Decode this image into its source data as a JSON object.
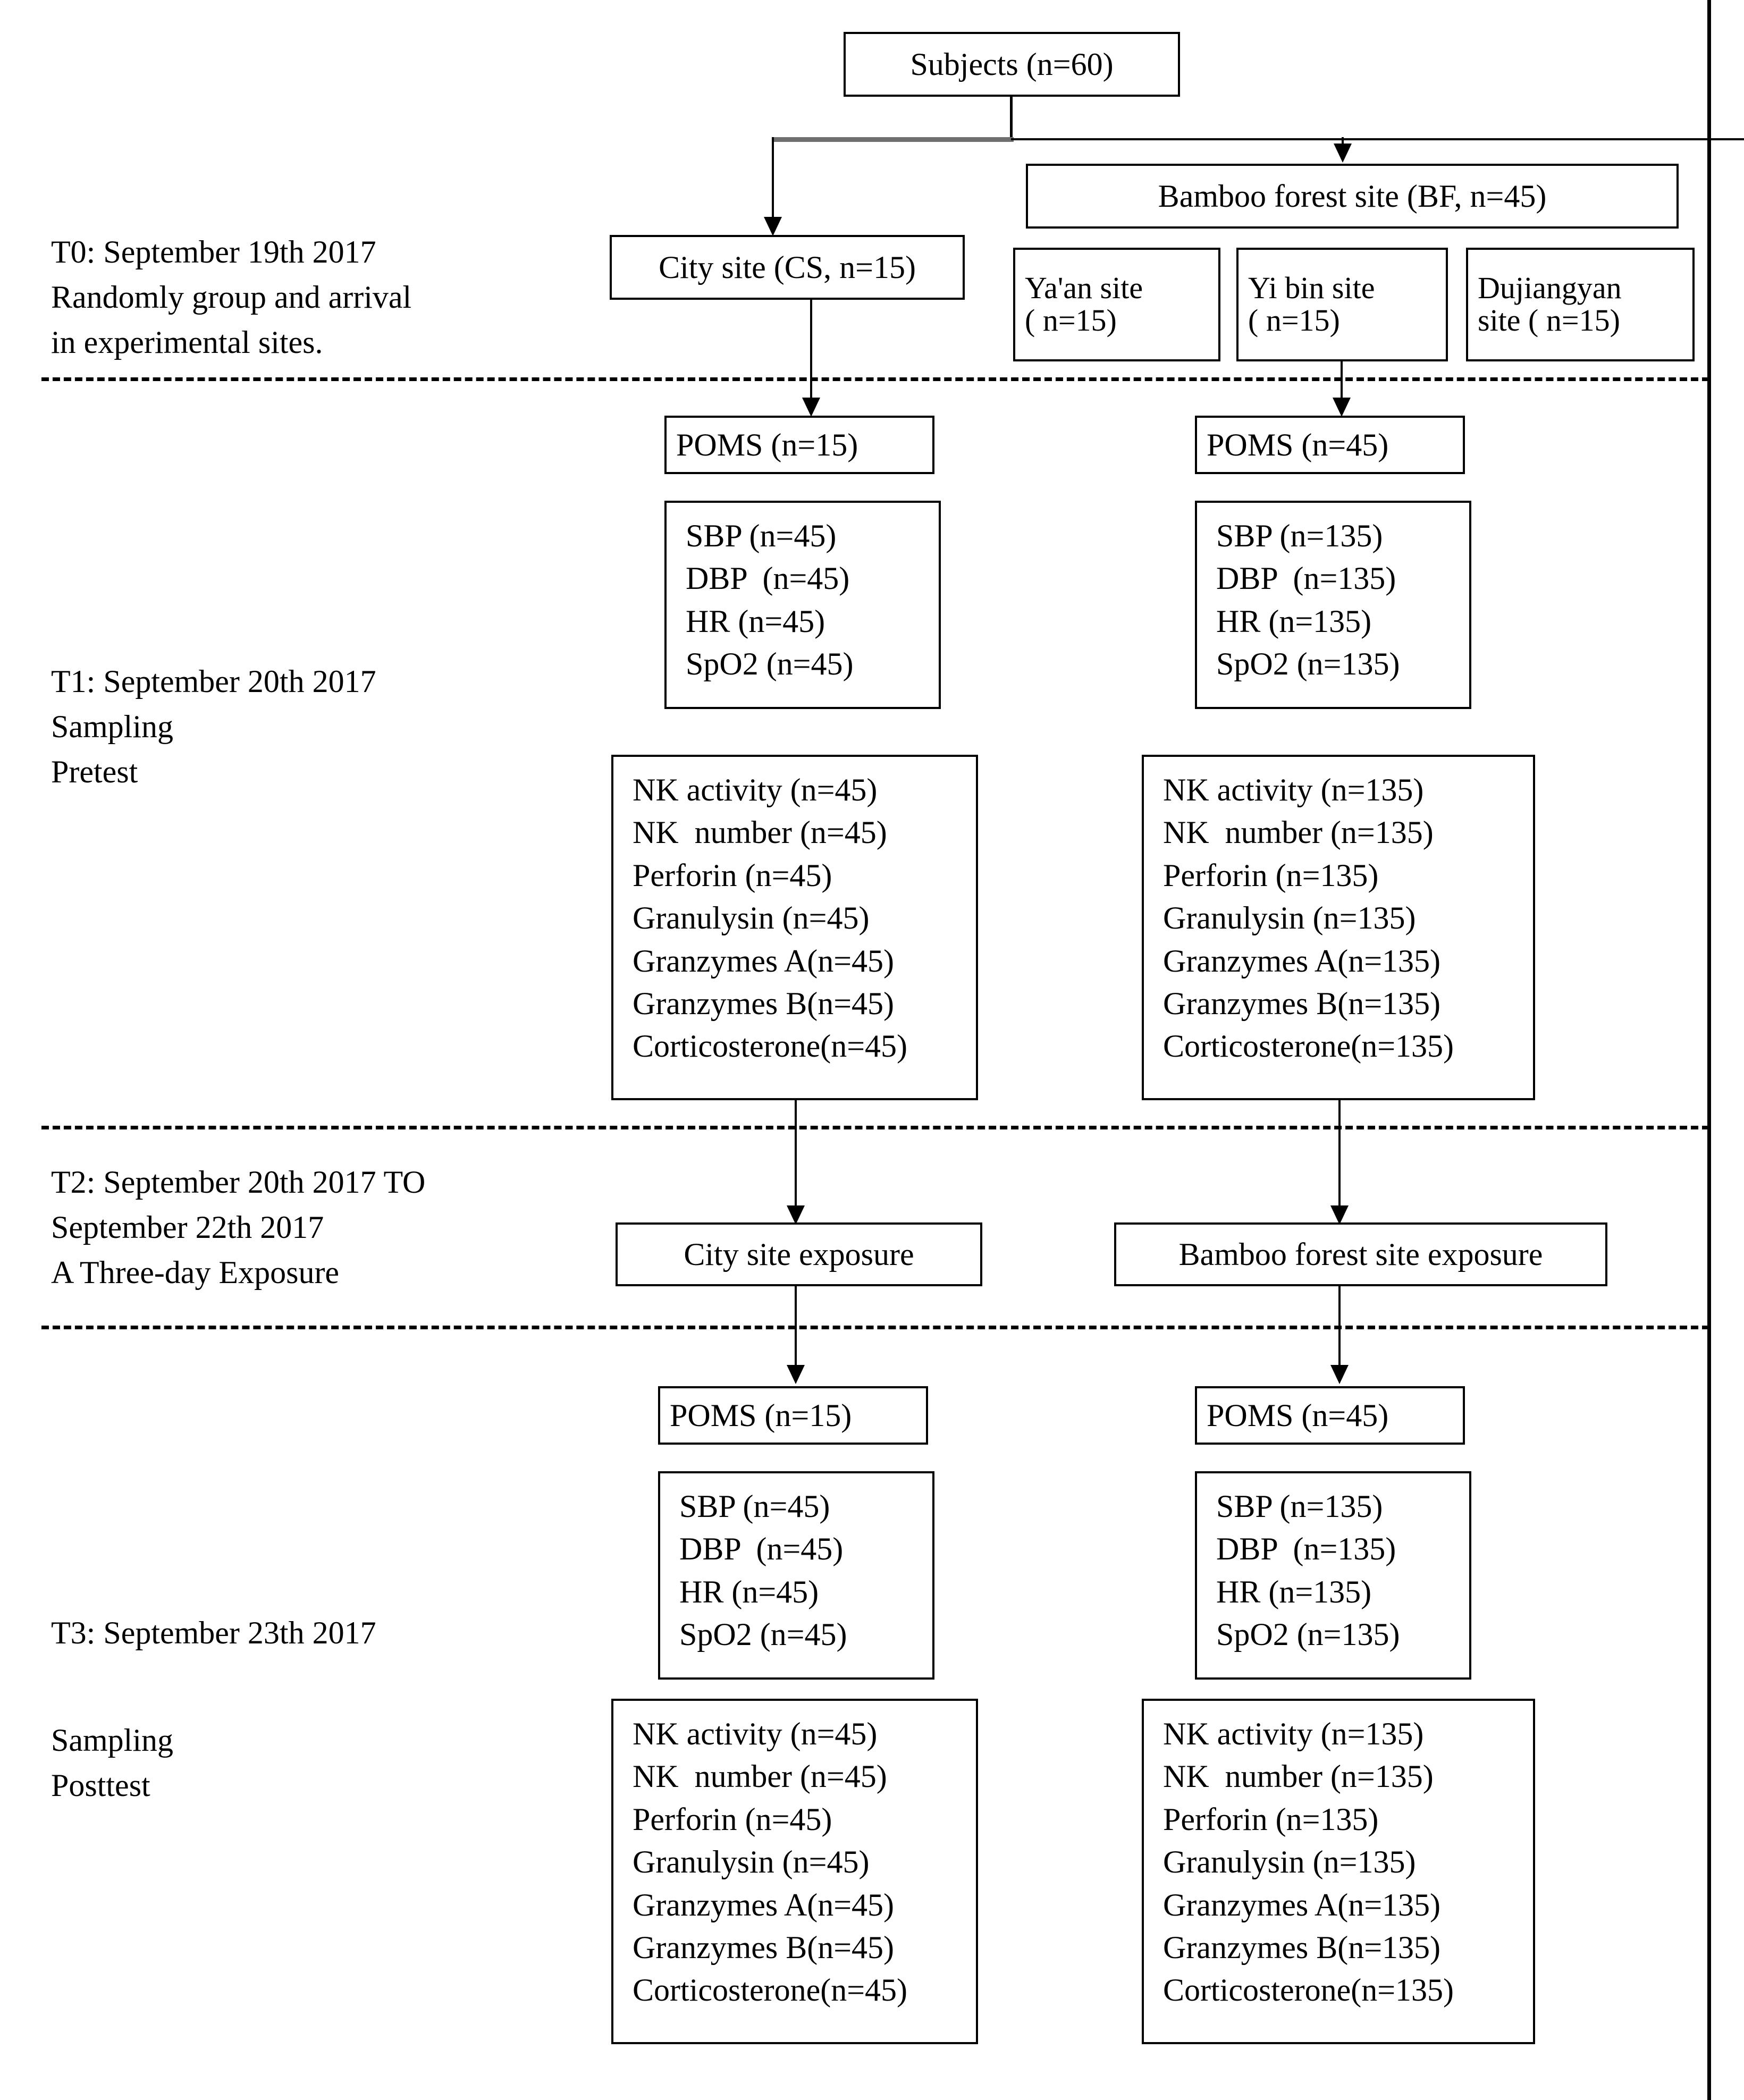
{
  "figure": {
    "title": "Experimental design flowchart",
    "line_color": "#000000",
    "background": "#ffffff"
  },
  "timeline": {
    "t0": "T0: September 19th 2017\nRandomly group and arrival\nin experimental sites.",
    "t1": "T1: September 20th 2017\nSampling\nPretest",
    "t2": "T2: September 20th 2017 TO\nSeptember 22th 2017\nA Three-day Exposure",
    "t3_date": "T3: September 23th 2017",
    "t3_detail": "Sampling\nPosttest"
  },
  "nodes": {
    "subjects": "Subjects (n=60)",
    "bamboo_forest_site": "Bamboo forest site (BF, n=45)",
    "city_site": "City site (CS, n=15)",
    "yaan_site": "Ya'an site\n( n=15)",
    "yibin_site": "Yi bin site\n( n=15)",
    "dujiangyan_site": "Dujiangyan\nsite ( n=15)",
    "city_exposure": "City site exposure",
    "bamboo_exposure": "Bamboo forest site exposure"
  },
  "pretest": {
    "cs_poms": "POMS (n=15)",
    "bf_poms": "POMS (n=45)",
    "cs_vitals": [
      "SBP (n=45)",
      "DBP  (n=45)",
      "HR (n=45)",
      "SpO2 (n=45)"
    ],
    "bf_vitals": [
      "SBP (n=135)",
      "DBP  (n=135)",
      "HR (n=135)",
      "SpO2 (n=135)"
    ],
    "cs_assays": [
      "NK activity (n=45)",
      "NK  number (n=45)",
      "Perforin (n=45)",
      "Granulysin (n=45)",
      "Granzymes A(n=45)",
      "Granzymes B(n=45)",
      "Corticosterone(n=45)"
    ],
    "bf_assays": [
      "NK activity (n=135)",
      "NK  number (n=135)",
      "Perforin (n=135)",
      "Granulysin (n=135)",
      "Granzymes A(n=135)",
      "Granzymes B(n=135)",
      "Corticosterone(n=135)"
    ]
  },
  "posttest": {
    "cs_poms": "POMS (n=15)",
    "bf_poms": "POMS (n=45)",
    "cs_vitals": [
      "SBP (n=45)",
      "DBP  (n=45)",
      "HR (n=45)",
      "SpO2 (n=45)"
    ],
    "bf_vitals": [
      "SBP (n=135)",
      "DBP  (n=135)",
      "HR (n=135)",
      "SpO2 (n=135)"
    ],
    "cs_assays": [
      "NK activity (n=45)",
      "NK  number (n=45)",
      "Perforin (n=45)",
      "Granulysin (n=45)",
      "Granzymes A(n=45)",
      "Granzymes B(n=45)",
      "Corticosterone(n=45)"
    ],
    "bf_assays": [
      "NK activity (n=135)",
      "NK  number (n=135)",
      "Perforin (n=135)",
      "Granulysin (n=135)",
      "Granzymes A(n=135)",
      "Granzymes B(n=135)",
      "Corticosterone(n=135)"
    ]
  }
}
